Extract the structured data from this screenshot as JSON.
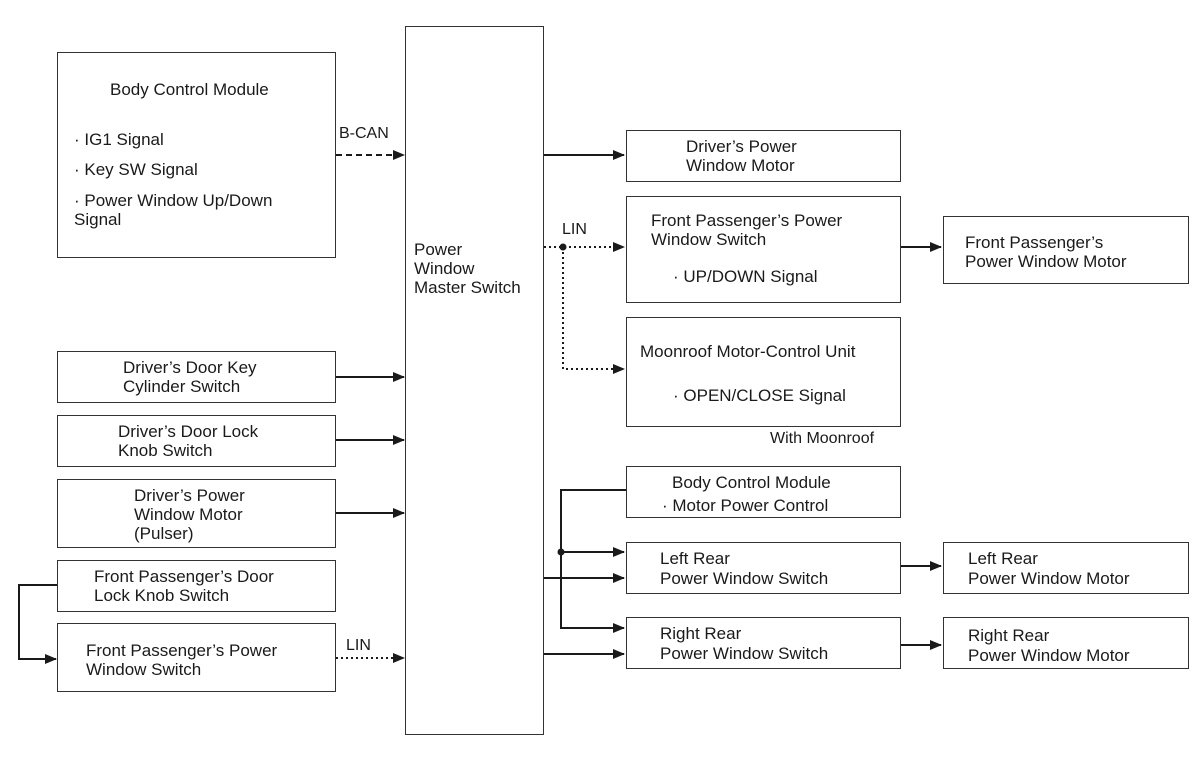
{
  "diagram": {
    "master": {
      "lines": [
        "Power",
        "Window",
        "Master Switch"
      ]
    },
    "bcm_top": {
      "title": "Body Control Module",
      "signals": [
        "· IG1 Signal",
        "· Key SW Signal",
        "· Power Window Up/Down",
        "Signal"
      ]
    },
    "bcan_label": "B-CAN",
    "driver_key": {
      "lines": [
        "Driver’s Door Key",
        "Cylinder Switch"
      ]
    },
    "driver_lock_knob": {
      "lines": [
        "Driver’s Door Lock",
        "Knob Switch"
      ]
    },
    "driver_motor_pulser": {
      "lines": [
        "Driver’s Power",
        "Window Motor",
        "(Pulser)"
      ]
    },
    "fp_lock_knob": {
      "lines": [
        "Front Passenger’s Door",
        "Lock Knob Switch"
      ]
    },
    "fp_switch_left": {
      "lines": [
        "Front Passenger’s Power",
        "Window Switch"
      ]
    },
    "lin_label_left": "LIN",
    "driver_motor_out": {
      "lines": [
        "Driver’s Power",
        "Window Motor"
      ]
    },
    "lin_label_right": "LIN",
    "fp_switch_right": {
      "lines": [
        "Front Passenger’s Power",
        "Window Switch"
      ],
      "signal": "· UP/DOWN Signal"
    },
    "fp_motor": {
      "lines": [
        "Front Passenger’s",
        "Power Window Motor"
      ]
    },
    "moonroof": {
      "title": "Moonroof Motor-Control Unit",
      "signal": "· OPEN/CLOSE Signal"
    },
    "moonroof_note": "With Moonroof",
    "bcm_bottom": {
      "title": "Body Control Module",
      "signal": "· Motor Power Control"
    },
    "lr_switch": {
      "lines": [
        "Left Rear",
        "Power Window Switch"
      ]
    },
    "lr_motor": {
      "lines": [
        "Left Rear",
        "Power Window Motor"
      ]
    },
    "rr_switch": {
      "lines": [
        "Right Rear",
        "Power Window Switch"
      ]
    },
    "rr_motor": {
      "lines": [
        "Right Rear",
        "Power Window Motor"
      ]
    }
  }
}
